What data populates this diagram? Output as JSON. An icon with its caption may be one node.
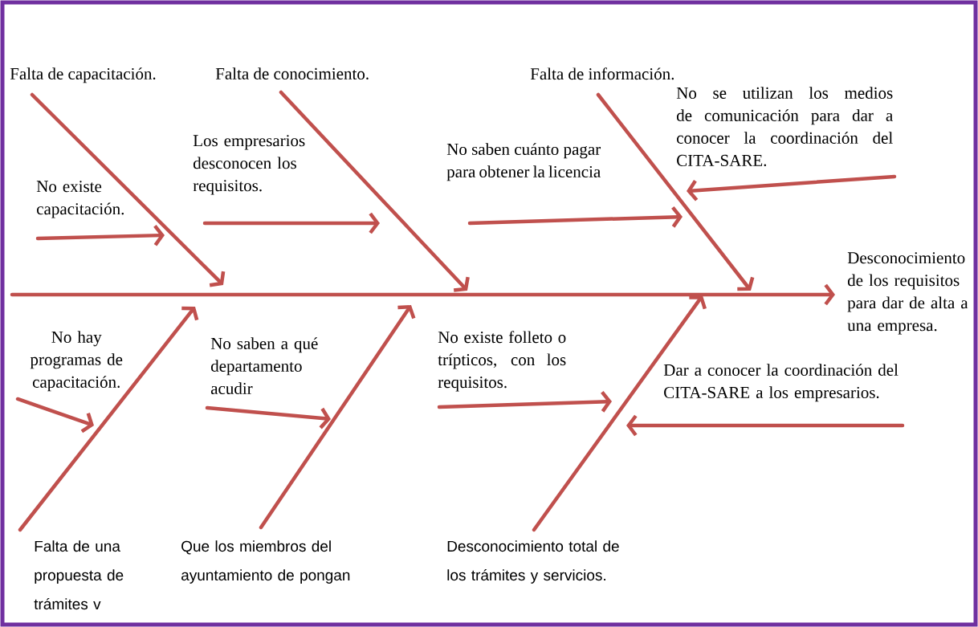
{
  "diagram": {
    "nodes": [
      {
        "text": [
          "Falta de capacitación."
        ]
      },
      {
        "text": [
          "Falta de conocimiento."
        ]
      },
      {
        "text": [
          "Falta de información."
        ]
      },
      {
        "text": [
          "No se utilizan los medios de comunicación para dar a conocer la coordinación del CITA-SARE."
        ]
      },
      {
        "text": [
          "Los empresarios desconocen los requisitos."
        ]
      },
      {
        "text": [
          "No saben cuánto pagar para obtener la licencia"
        ]
      },
      {
        "text": [
          "No existe capacitación."
        ]
      },
      {
        "text": [
          "Desconocimiento de los requisitos para dar de alta a una empresa."
        ]
      },
      {
        "text": [
          "No hay programas de capacitación."
        ]
      },
      {
        "text": [
          "No saben a qué departamento acudir"
        ]
      },
      {
        "text": [
          "No existe folleto o trípticos, con los requisitos."
        ]
      },
      {
        "text": [
          "Dar a conocer la coordinación del CITA-SARE a los empresarios."
        ]
      },
      {
        "text": [
          "Falta de una propuesta de trámites v"
        ]
      },
      {
        "text": [
          "Que los miembros del ayuntamiento de pongan"
        ]
      },
      {
        "text": [
          "Desconocimiento total de los trámites y servicios."
        ]
      }
    ],
    "edges": [
      {
        "from": 0,
        "to": null,
        "arrow": "to"
      },
      {
        "from": 1,
        "to": null,
        "arrow": "to"
      },
      {
        "from": 2,
        "to": null,
        "arrow": "to"
      },
      {
        "from": 3,
        "to": null,
        "arrow": "to"
      },
      {
        "from": 4,
        "to": null,
        "arrow": "to"
      },
      {
        "from": 5,
        "to": null,
        "arrow": "to"
      },
      {
        "from": 6,
        "to": null,
        "arrow": "to"
      },
      {
        "from": null,
        "to": 7,
        "arrow": "to"
      },
      {
        "from": 8,
        "to": null,
        "arrow": "to"
      },
      {
        "from": 9,
        "to": null,
        "arrow": "to"
      },
      {
        "from": 10,
        "to": null,
        "arrow": "to"
      },
      {
        "from": 11,
        "to": null,
        "arrow": "to"
      },
      {
        "from": 12,
        "to": null,
        "arrow": "to"
      },
      {
        "from": 13,
        "to": null,
        "arrow": "to"
      },
      {
        "from": 14,
        "to": null,
        "arrow": "to"
      }
    ]
  }
}
